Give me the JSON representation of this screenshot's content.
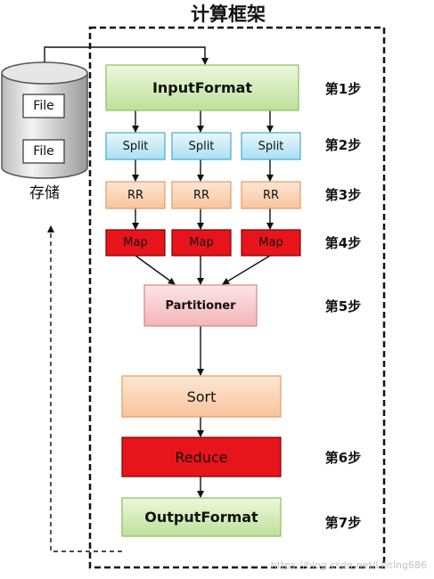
{
  "title": "计算框架",
  "storage": {
    "label": "存储",
    "files": [
      "File",
      "File"
    ]
  },
  "nodes": {
    "input_format": "InputFormat",
    "splits": [
      "Split",
      "Split",
      "Split"
    ],
    "rrs": [
      "RR",
      "RR",
      "RR"
    ],
    "maps": [
      "Map",
      "Map",
      "Map"
    ],
    "partitioner": "Partitioner",
    "sort": "Sort",
    "reduce": "Reduce",
    "output_format": "OutputFormat"
  },
  "steps": [
    "第1步",
    "第2步",
    "第3步",
    "第4步",
    "第5步",
    "第6步",
    "第7步"
  ],
  "colors": {
    "input_fill": "#c8e6a0",
    "split_fill": "#bfe8f5",
    "rr_fill": "#fbd3b3",
    "map_fill": "#e8141c",
    "partitioner_fill": "#f8c8cc",
    "sort_fill": "#fbd3b3",
    "reduce_fill": "#e8141c",
    "output_fill": "#c8e6a0"
  },
  "watermark": "https://blog.csdn.net/Liliting686"
}
